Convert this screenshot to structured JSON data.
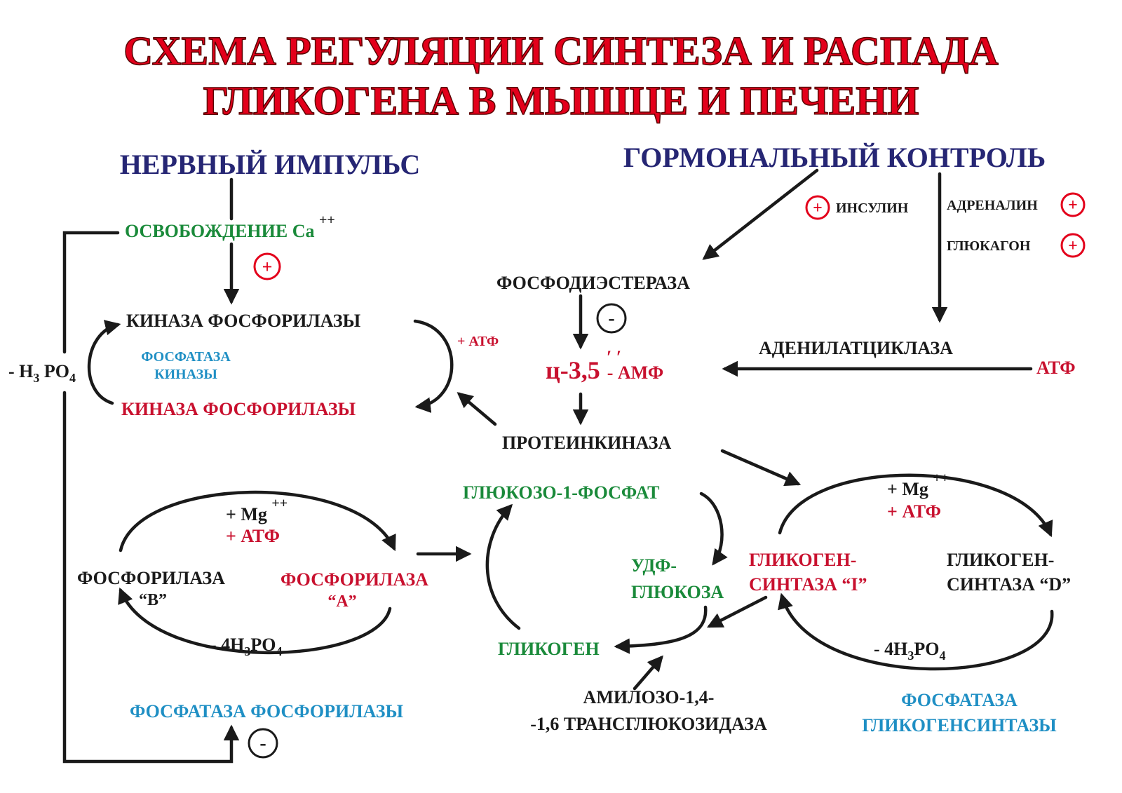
{
  "title": {
    "line1": "СХЕМА РЕГУЛЯЦИИ СИНТЕЗА И РАСПАДА",
    "line2": "ГЛИКОГЕНА В МЫШЦЕ И ПЕЧЕНИ"
  },
  "sources": {
    "nerve": "НЕРВНЫЙ ИМПУЛЬС",
    "hormone": "ГОРМОНАЛЬНЫЙ КОНТРОЛЬ"
  },
  "hormones": {
    "insulin": "ИНСУЛИН",
    "adrenaline": "АДРЕНАЛИН",
    "glucagon": "ГЛЮКАГОН"
  },
  "signs": {
    "plus": "+",
    "minus": "-"
  },
  "calcium": {
    "label": "ОСВОБОЖДЕНИЕ Ca",
    "charge": "++"
  },
  "phosphodiesterase": "ФОСФОДИЭСТЕРАЗА",
  "adenylate_cyclase": "АДЕНИЛАТЦИКЛАЗА",
  "atp_label": "АТФ",
  "camp": {
    "main": "ц-3,5",
    "primes": "′ ′",
    "suffix": "- АМФ"
  },
  "protein_kinase": "ПРОТЕИНКИНАЗА",
  "kinase_top": "КИНАЗА ФОСФОРИЛАЗЫ",
  "kinase_bottom": "КИНАЗА ФОСФОРИЛАЗЫ",
  "kinase_phosphatase": {
    "line1": "ФОСФАТАЗА",
    "line2": "КИНАЗЫ"
  },
  "plus_atp": "+ АТФ",
  "left_phosphate": {
    "prefix": "- H",
    "sub": "3",
    "suffix": " PO",
    "sub2": "4"
  },
  "phosphorylase": {
    "mg": "+ Mg",
    "mg_charge": "++",
    "atp": "+ АТФ",
    "b_line1": "ФОСФОРИЛАЗА",
    "b_line2": "“B”",
    "a_line1": "ФОСФОРИЛАЗА",
    "a_line2": "“A”",
    "release_prefix": "- 4H",
    "release_sub": "3",
    "release_mid": "PO",
    "release_sub2": "4"
  },
  "phosphorylase_phosphatase": "ФОСФАТАЗА ФОСФОРИЛАЗЫ",
  "glucose_1_phosphate": "ГЛЮКОЗО-1-ФОСФАТ",
  "udp_glucose": {
    "line1": "УДФ-",
    "line2": "ГЛЮКОЗА"
  },
  "glycogen": "ГЛИКОГЕН",
  "amylo": {
    "line1": "АМИЛОЗО-1,4-",
    "line2": "-1,6 ТРАНСГЛЮКОЗИДАЗА"
  },
  "synthase": {
    "mg": "+ Mg",
    "mg_charge": "++",
    "atp": "+ АТФ",
    "i_line1": "ГЛИКОГЕН-",
    "i_line2": "СИНТАЗА “I”",
    "d_line1": "ГЛИКОГЕН-",
    "d_line2": "СИНТАЗА “D”",
    "release_prefix": "- 4H",
    "release_sub": "3",
    "release_mid": "PO",
    "release_sub2": "4"
  },
  "synthase_phosphatase": {
    "line1": "ФОСФАТАЗА",
    "line2": "ГЛИКОГЕНСИНТАЗЫ"
  },
  "colors": {
    "title_red": "#e3001b",
    "navy": "#262674",
    "green": "#1a8a3a",
    "red": "#c8102e",
    "blue": "#1f8fc4",
    "black": "#1a1a1a"
  }
}
